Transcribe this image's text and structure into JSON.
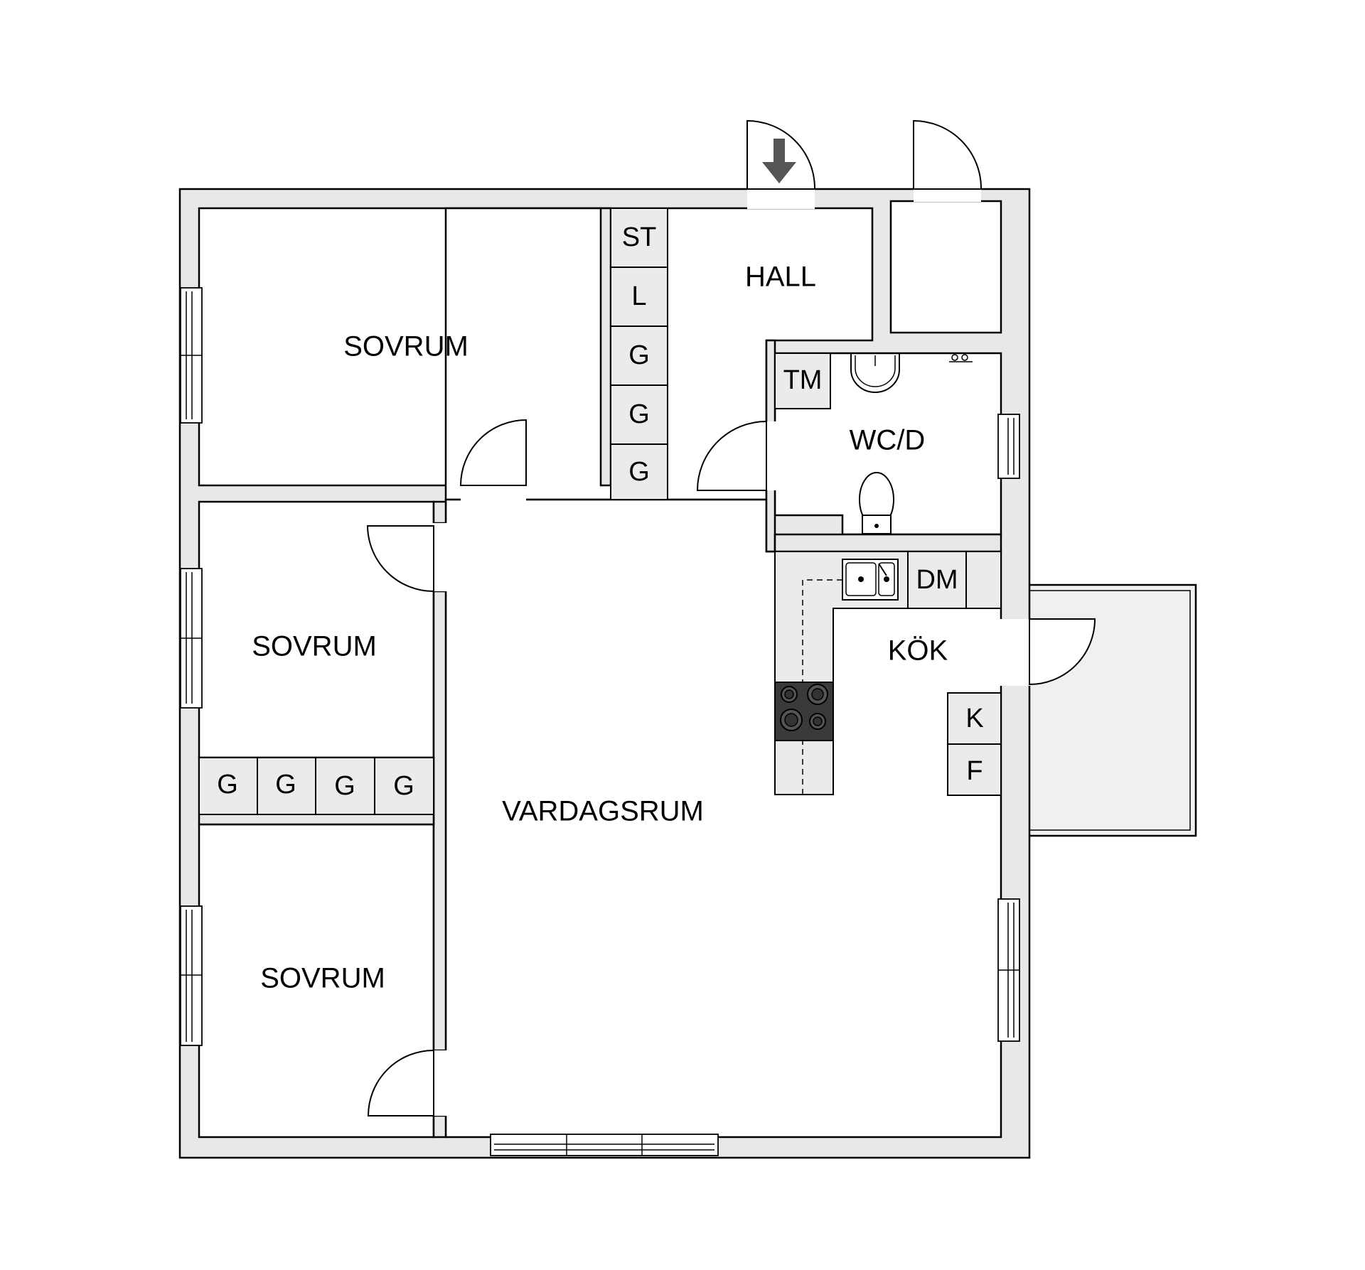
{
  "rooms": {
    "bedroom_1": "SOVRUM",
    "bedroom_2": "SOVRUM",
    "bedroom_3": "SOVRUM",
    "hall": "HALL",
    "wc": "WC/D",
    "kitchen": "KÖK",
    "living": "VARDAGSRUM"
  },
  "fixtures": {
    "st": "ST",
    "l": "L",
    "g1": "G",
    "g2": "G",
    "g3": "G",
    "g4": "G",
    "g5": "G",
    "g6": "G",
    "g7": "G",
    "tm": "TM",
    "dm": "DM",
    "k": "K",
    "f": "F"
  },
  "colors": {
    "wall": "#e8e8e8",
    "floor": "#ffffff",
    "cabinet": "#ebebeb",
    "stove": "#3a3a3a",
    "balcony": "#f0f0f0",
    "entry_arrow": "#555555"
  },
  "icons": {
    "entry": "down-arrow-icon",
    "stove": "stove-icon",
    "sink": "sink-icon",
    "toilet": "toilet-icon",
    "washbasin": "washbasin-icon"
  }
}
